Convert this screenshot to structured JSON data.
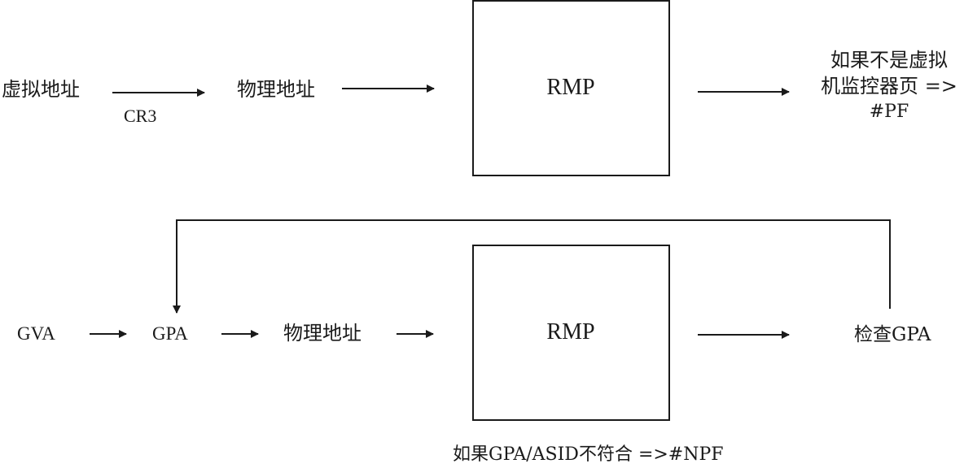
{
  "diagram": {
    "row1": {
      "virtual_address": "虚拟地址",
      "cr3": "CR3",
      "physical_address": "物理地址",
      "rmp": "RMP",
      "result_line1": "如果不是虚拟",
      "result_line2": "机监控器页 =>",
      "result_line3": "#PF"
    },
    "row2": {
      "gva": "GVA",
      "gpa": "GPA",
      "physical_address": "物理地址",
      "rmp": "RMP",
      "check_gpa": "检查GPA",
      "result": "如果GPA/ASID不符合 =>#NPF"
    }
  }
}
